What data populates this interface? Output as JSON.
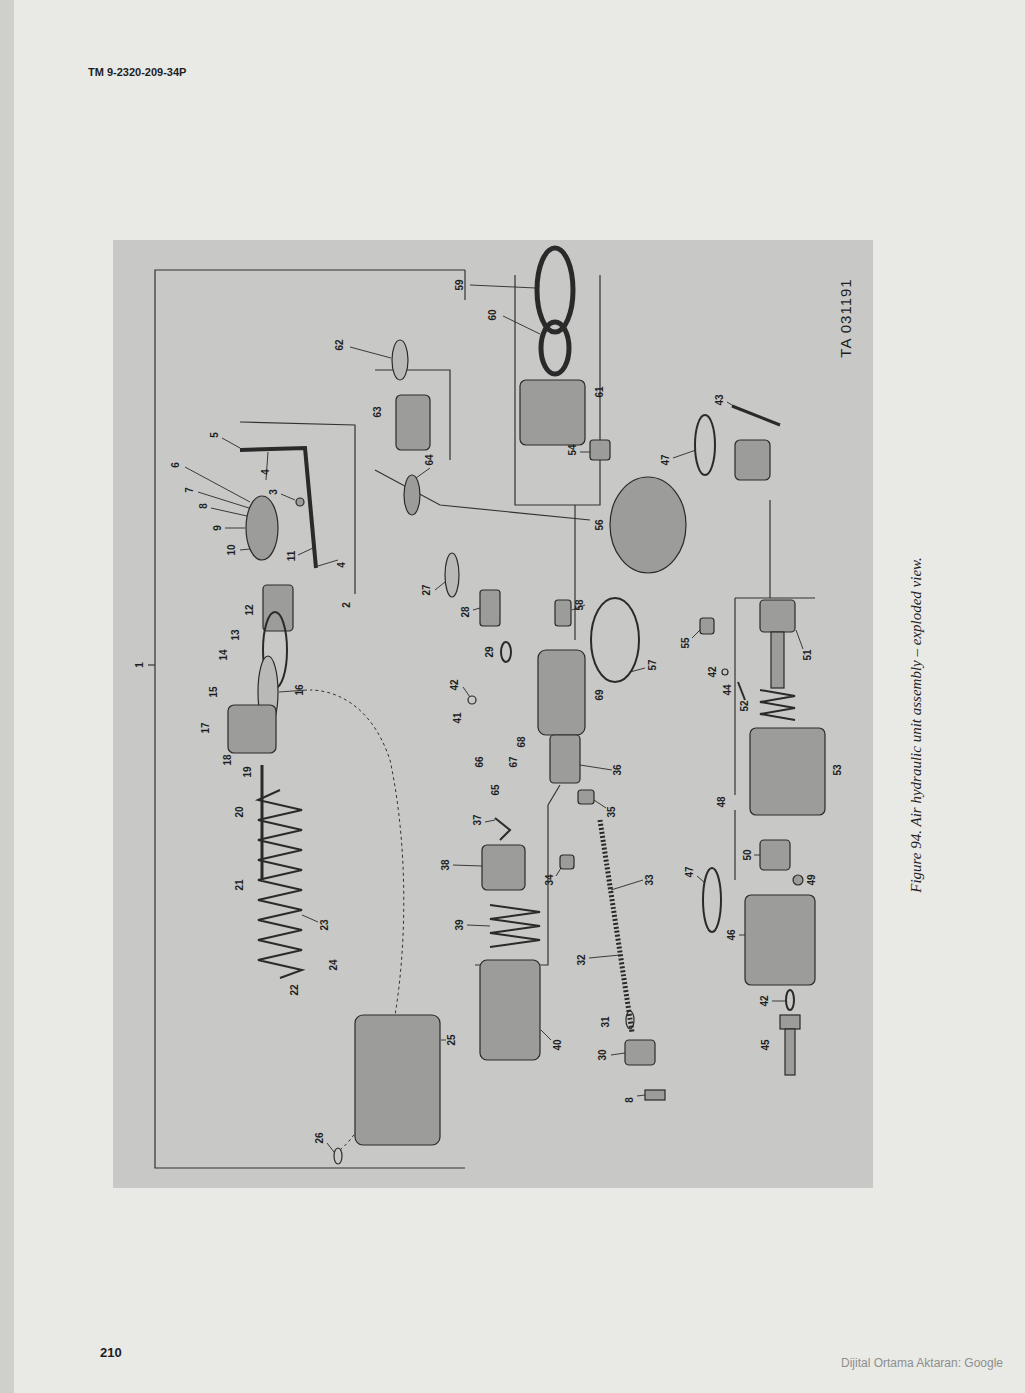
{
  "diagram": {
    "caption": "Figure 94. Air hydraulic unit assembly – exploded view.",
    "labels": [
      "TM 9-2320-209-34P",
      "1",
      "59",
      "60",
      "62",
      "63",
      "61",
      "64",
      "5",
      "6",
      "4",
      "3",
      "7",
      "8",
      "9",
      "10",
      "11",
      "12",
      "13",
      "14",
      "15",
      "16",
      "17",
      "18",
      "19",
      "20",
      "21",
      "2",
      "4",
      "27",
      "28",
      "29",
      "42",
      "41",
      "66",
      "65",
      "67",
      "68",
      "69",
      "58",
      "57",
      "56",
      "54",
      "47",
      "43",
      "55",
      "42",
      "44",
      "51",
      "52",
      "53",
      "48",
      "50",
      "49",
      "47",
      "46",
      "42",
      "45",
      "36",
      "35",
      "34",
      "33",
      "32",
      "31",
      "30",
      "8",
      "37",
      "38",
      "39",
      "40",
      "22",
      "23",
      "24",
      "25",
      "26",
      "TA 031191",
      "210",
      "Dijital Ortama Aktaran: Google"
    ]
  }
}
